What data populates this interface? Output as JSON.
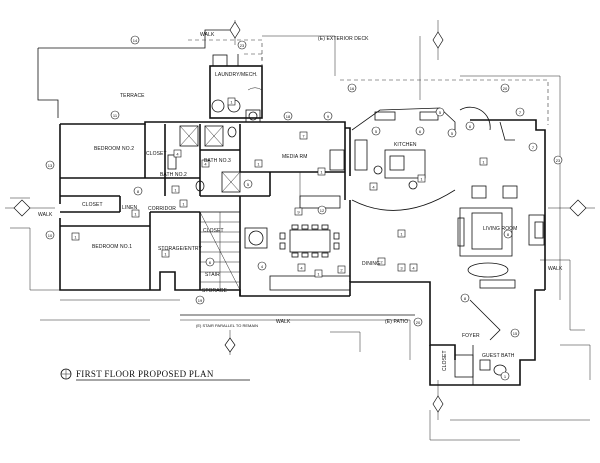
{
  "title": "FIRST FLOOR PROPOSED PLAN",
  "rooms": {
    "walk_top": "WALK",
    "exterior_deck": "(E) EXTERIOR DECK",
    "laundry": "LAUNDRY/MECH.",
    "terrace": "TERRACE",
    "bedroom2": "BEDROOM NO.2",
    "closet_b2": "CLOSET",
    "bath3": "BATH NO.3",
    "bath2": "BATH NO.2",
    "media": "MEDIA RM",
    "kitchen": "KITCHEN",
    "corridor": "CORRIDOR",
    "closet_top": "CLOSET",
    "linen": "LINEN",
    "walk_left": "WALK",
    "bedroom1": "BEDROOM NO.1",
    "storage_entry": "STORAGE/ENTRY",
    "closet_stair": "CLOSET",
    "stair": "STAIR",
    "storage": "STORAGE",
    "dining": "DINING",
    "living": "LIVING ROOM",
    "walk_right": "WALK",
    "walk_bottom": "WALK",
    "patio": "(E) PATIO",
    "foyer": "FOYER",
    "closet_foyer": "CLOSET",
    "guest_bath": "GUEST BATH",
    "stair_note": "(E) STAIR PARALLEL TO REMAIN"
  }
}
